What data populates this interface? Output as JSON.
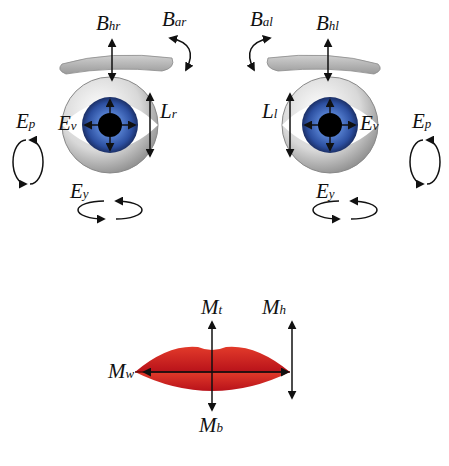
{
  "diagram": {
    "labels": [
      "Bhr",
      "Bar",
      "Bal",
      "Bhl",
      "Ep",
      "Ev",
      "Lr",
      "Ll",
      "Ev",
      "Ep",
      "Ey",
      "Ey",
      "Mt",
      "Mh",
      "Mw",
      "Mb"
    ]
  }
}
